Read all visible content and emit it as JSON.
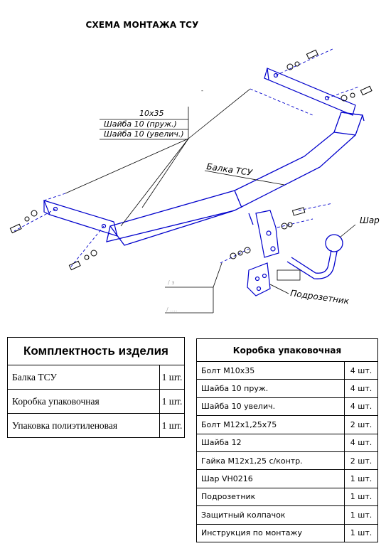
{
  "title": "СХЕМА МОНТАЖА ТСУ",
  "diagram": {
    "labels": {
      "bolt": "10x35",
      "washer_spring": "Шайба 10 (пруж.)",
      "washer_big": "Шайба 10 (увелич.)",
      "beam": "Балка ТСУ",
      "ball": "Шар",
      "socket": "Подрозетник"
    }
  },
  "kit": {
    "header": "Комплектность изделия",
    "rows": [
      {
        "name": "Балка ТСУ",
        "qty": "1 шт."
      },
      {
        "name": "Коробка упаковочная",
        "qty": "1 шт."
      },
      {
        "name": "Упаковка полиэтиленовая",
        "qty": "1 шт."
      }
    ]
  },
  "box": {
    "header": "Коробка упаковочная",
    "rows": [
      {
        "name": "Болт М10x35",
        "qty": "4 шт."
      },
      {
        "name": "Шайба 10 пруж.",
        "qty": "4 шт."
      },
      {
        "name": "Шайба 10 увелич.",
        "qty": "4 шт."
      },
      {
        "name": "Болт М12x1,25x75",
        "qty": "2 шт."
      },
      {
        "name": "Шайба 12",
        "qty": "4 шт."
      },
      {
        "name": "Гайка М12x1,25 с/контр.",
        "qty": "2 шт."
      },
      {
        "name": "Шар VH0216",
        "qty": "1 шт."
      },
      {
        "name": "Подрозетник",
        "qty": "1 шт."
      },
      {
        "name": "Защитный колпачок",
        "qty": "1 шт."
      },
      {
        "name": "Инструкция по монтажу",
        "qty": "1 шт."
      }
    ]
  }
}
